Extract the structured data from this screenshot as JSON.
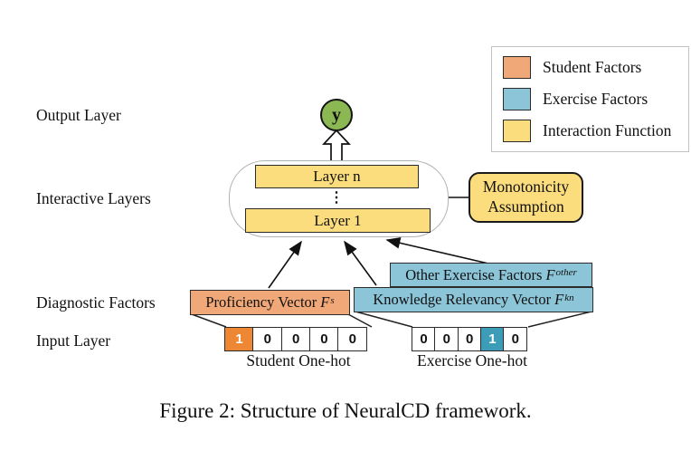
{
  "colors": {
    "student_factor": "#F0A878",
    "exercise_factor": "#8CC5D8",
    "interaction_function": "#FBDD7E",
    "student_hot_cell": "#ED8733",
    "exercise_hot_cell": "#3D9DB8",
    "output_node": "#8CB854"
  },
  "legend": {
    "items": [
      {
        "label": "Student Factors",
        "color": "#F0A878"
      },
      {
        "label": "Exercise Factors",
        "color": "#8CC5D8"
      },
      {
        "label": "Interaction Function",
        "color": "#FBDD7E"
      }
    ]
  },
  "side_labels": {
    "output": "Output Layer",
    "interactive": "Interactive Layers",
    "diagnostic": "Diagnostic Factors",
    "input": "Input Layer"
  },
  "output_node": {
    "label": "y"
  },
  "interactive_layers": {
    "layer_n": "Layer n",
    "dots": "⋮",
    "layer_1": "Layer 1"
  },
  "monotonicity": {
    "line1": "Monotonicity",
    "line2": "Assumption"
  },
  "diagnostic_factors": {
    "proficiency": {
      "prefix": "Proficiency Vector",
      "symbol": "F",
      "superscript": "s"
    },
    "other_exercise": {
      "prefix": "Other Exercise Factors",
      "symbol": "F",
      "superscript": "other"
    },
    "knowledge_relevancy": {
      "prefix": "Knowledge Relevancy Vector",
      "symbol": "F",
      "superscript": "kn"
    }
  },
  "input_layer": {
    "student": {
      "cells": [
        "1",
        "0",
        "0",
        "0",
        "0"
      ],
      "hot_index": 0,
      "label": "Student One-hot"
    },
    "exercise": {
      "cells": [
        "0",
        "0",
        "0",
        "1",
        "0"
      ],
      "hot_index": 3,
      "label": "Exercise One-hot"
    }
  },
  "caption": "Figure 2: Structure of NeuralCD framework."
}
